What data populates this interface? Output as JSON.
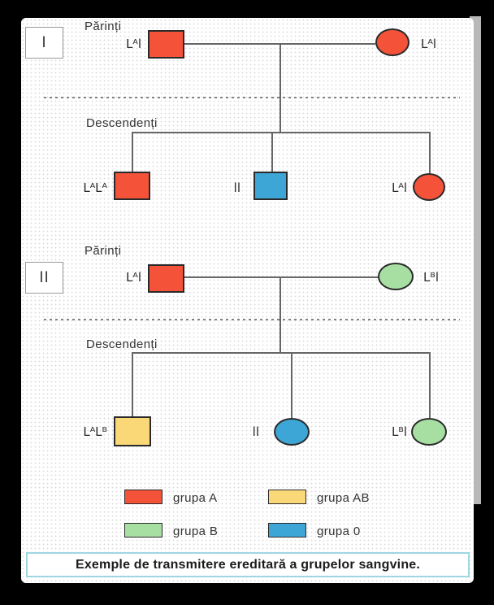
{
  "colors": {
    "A": "#f4533a",
    "AB": "#fad878",
    "B": "#a7dfa3",
    "0": "#3ea6d7"
  },
  "pedigrees": [
    {
      "numeral": "I",
      "parents_heading": "Părinți",
      "descendants_heading": "Descendenți",
      "parents": {
        "father": {
          "genotype": "Lᴬl",
          "group": "A",
          "shape": "square"
        },
        "mother": {
          "genotype": "Lᴬl",
          "group": "A",
          "shape": "oval"
        }
      },
      "descendants": [
        {
          "genotype": "LᴬLᴬ",
          "group": "A",
          "shape": "square"
        },
        {
          "genotype": "ll",
          "group": "0",
          "shape": "square"
        },
        {
          "genotype": "Lᴬl",
          "group": "A",
          "shape": "oval"
        }
      ]
    },
    {
      "numeral": "II",
      "parents_heading": "Părinți",
      "descendants_heading": "Descendenți",
      "parents": {
        "father": {
          "genotype": "Lᴬl",
          "group": "A",
          "shape": "square"
        },
        "mother": {
          "genotype": "Lᴮl",
          "group": "B",
          "shape": "oval"
        }
      },
      "descendants": [
        {
          "genotype": "LᴬLᴮ",
          "group": "AB",
          "shape": "square"
        },
        {
          "genotype": "ll",
          "group": "0",
          "shape": "oval"
        },
        {
          "genotype": "Lᴮl",
          "group": "B",
          "shape": "oval"
        }
      ]
    }
  ],
  "legend": [
    {
      "label": "grupa A",
      "group": "A"
    },
    {
      "label": "grupa AB",
      "group": "AB"
    },
    {
      "label": "grupa B",
      "group": "B"
    },
    {
      "label": "grupa 0",
      "group": "0"
    }
  ],
  "caption": "Exemple de transmitere ereditară a grupelor sangvine."
}
